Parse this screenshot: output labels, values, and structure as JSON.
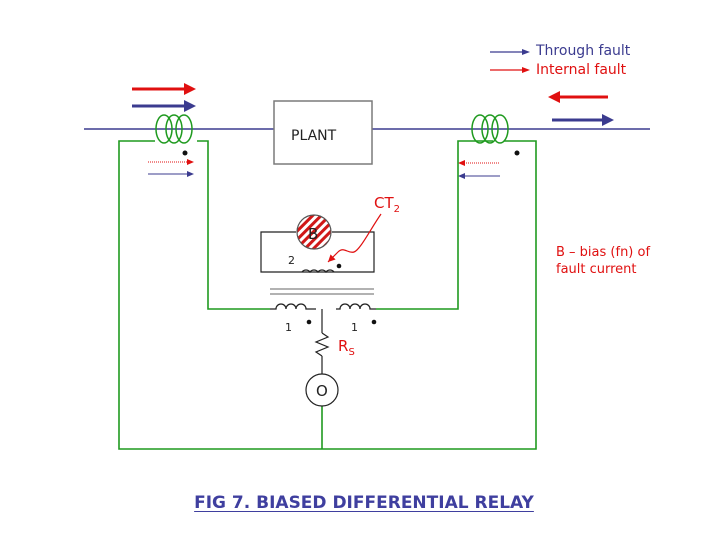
{
  "legend": {
    "through_fault": "Through fault",
    "internal_fault": "Internal fault",
    "through_color": "#3b3b8f",
    "internal_color": "#e01010"
  },
  "labels": {
    "plant": "PLANT",
    "ct2_main": "CT",
    "ct2_sub": "2",
    "bias_symbol": "B",
    "bias_note_line1": "B – bias (fn) of",
    "bias_note_line2": "fault current",
    "winding_2": "2",
    "winding_1_left": "1",
    "winding_1_right": "1",
    "rs_main": "R",
    "rs_sub": "S",
    "operate_symbol": "O"
  },
  "colors": {
    "line": "#3b3b8f",
    "wire": "#1f9a1f",
    "fault": "#e01010",
    "label_red": "#e01010",
    "caption": "#3f3f9f"
  },
  "caption": "FIG 7. BIASED DIFFERENTIAL RELAY"
}
